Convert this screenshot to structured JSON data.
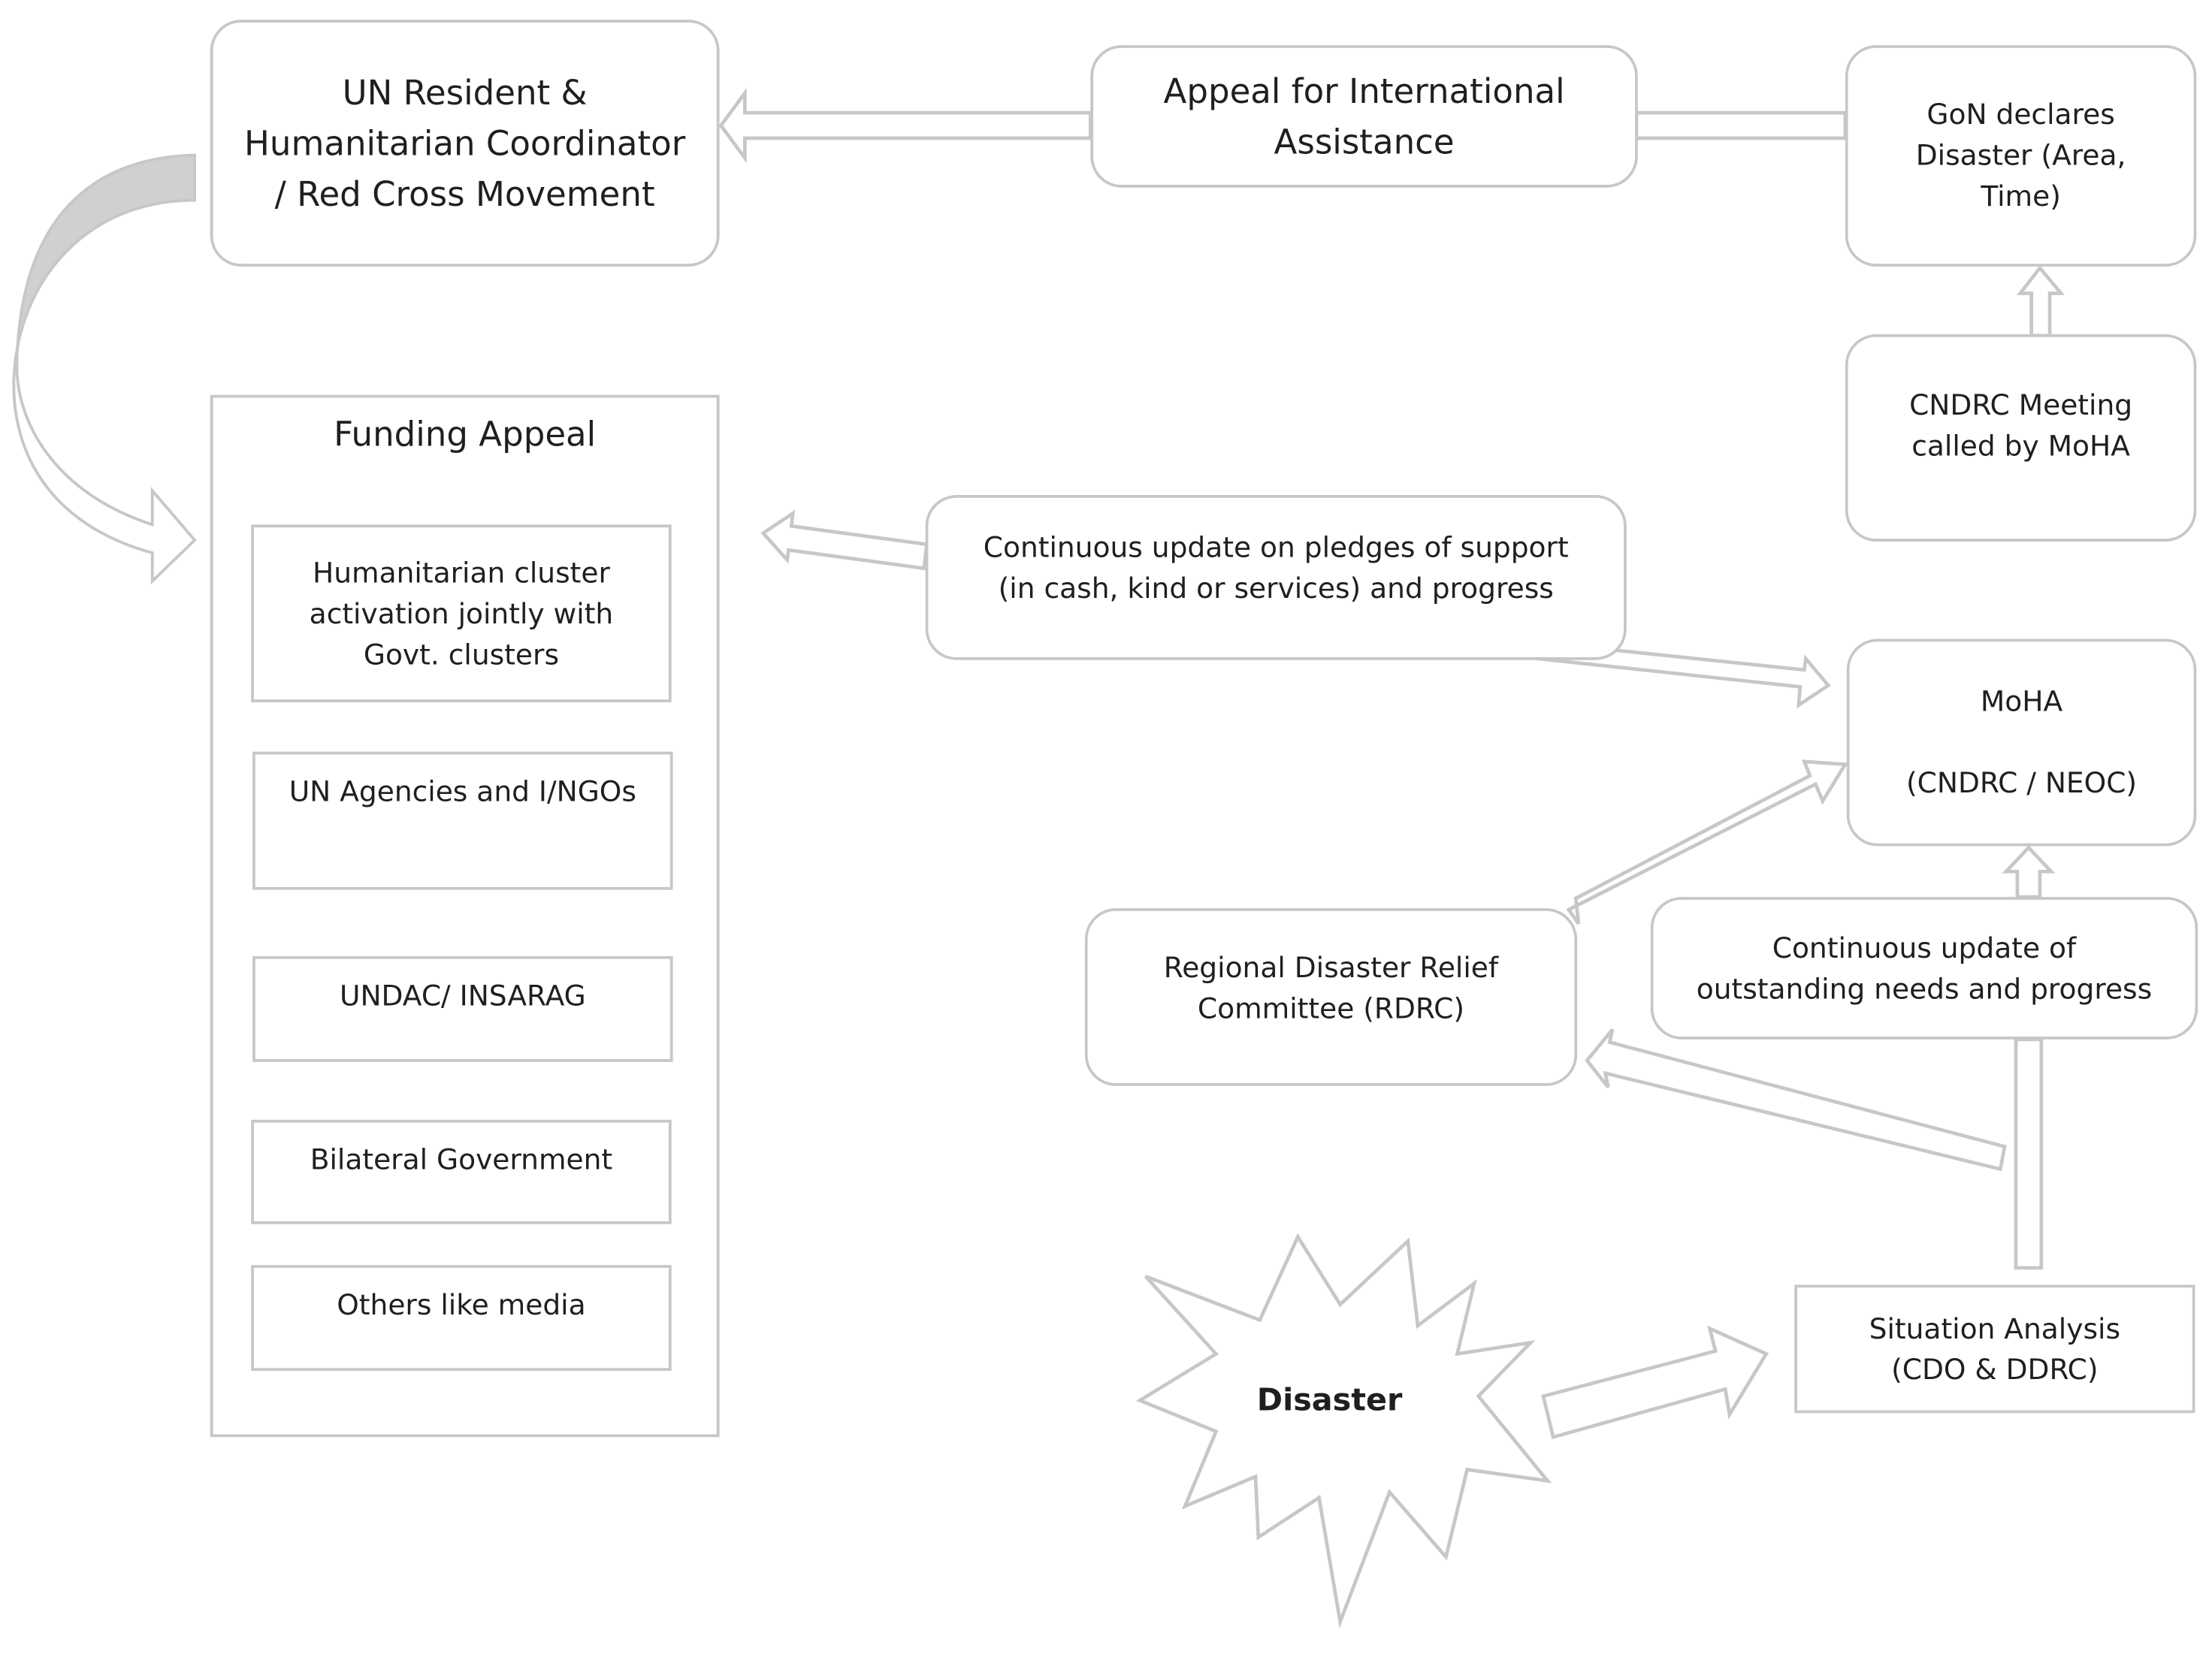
{
  "nodes": {
    "un_coordinator": "UN Resident &\nHumanitarian Coordinator\n/ Red Cross Movement",
    "appeal_international": "Appeal for International\nAssistance",
    "gon_declares": "GoN declares\nDisaster (Area,\nTime)",
    "cndrc_meeting": "CNDRC Meeting\ncalled by MoHA",
    "funding_appeal": "Funding Appeal",
    "humanitarian_cluster": "Humanitarian cluster\nactivation jointly with\nGovt. clusters",
    "un_agencies": "UN Agencies and I/NGOs",
    "undac": "UNDAC/ INSARAG",
    "bilateral": "Bilateral Government",
    "others_media": "Others like media",
    "pledges_update": "Continuous update on pledges of support\n(in cash, kind or services) and progress",
    "moha": "MoHA\n\n(CNDRC / NEOC)",
    "rdrc": "Regional Disaster Relief\nCommittee (RDRC)",
    "needs_update": "Continuous update of\noutstanding needs and progress",
    "situation_analysis": "Situation Analysis\n(CDO & DDRC)",
    "disaster": "Disaster"
  },
  "colors": {
    "border": "#c7c7c7",
    "curved_arrow_fill": "#d0d0d0",
    "text": "#1f1f1f"
  }
}
